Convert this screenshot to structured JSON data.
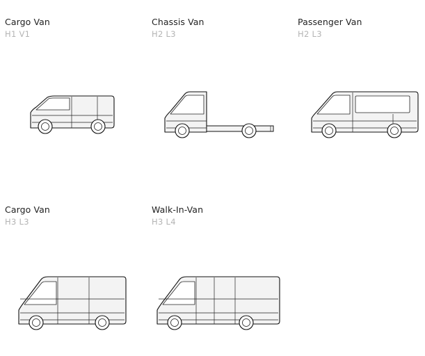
{
  "vans": [
    {
      "title": "Cargo Van",
      "subtitle": "H1 V1",
      "icon": "cargo-van-icon"
    },
    {
      "title": "Chassis Van",
      "subtitle": "H2 L3",
      "icon": "chassis-van-icon"
    },
    {
      "title": "Passenger Van",
      "subtitle": "H2 L3",
      "icon": "passenger-van-icon"
    },
    {
      "title": "Cargo Van",
      "subtitle": "H3 L3",
      "icon": "high-roof-cargo-van-icon"
    },
    {
      "title": "Walk-In-Van",
      "subtitle": "H3 L4",
      "icon": "walk-in-van-icon"
    }
  ],
  "colors": {
    "title": "#222222",
    "subtitle": "#b4b4b4",
    "outline": "#111111",
    "body": "#f3f3f3"
  }
}
